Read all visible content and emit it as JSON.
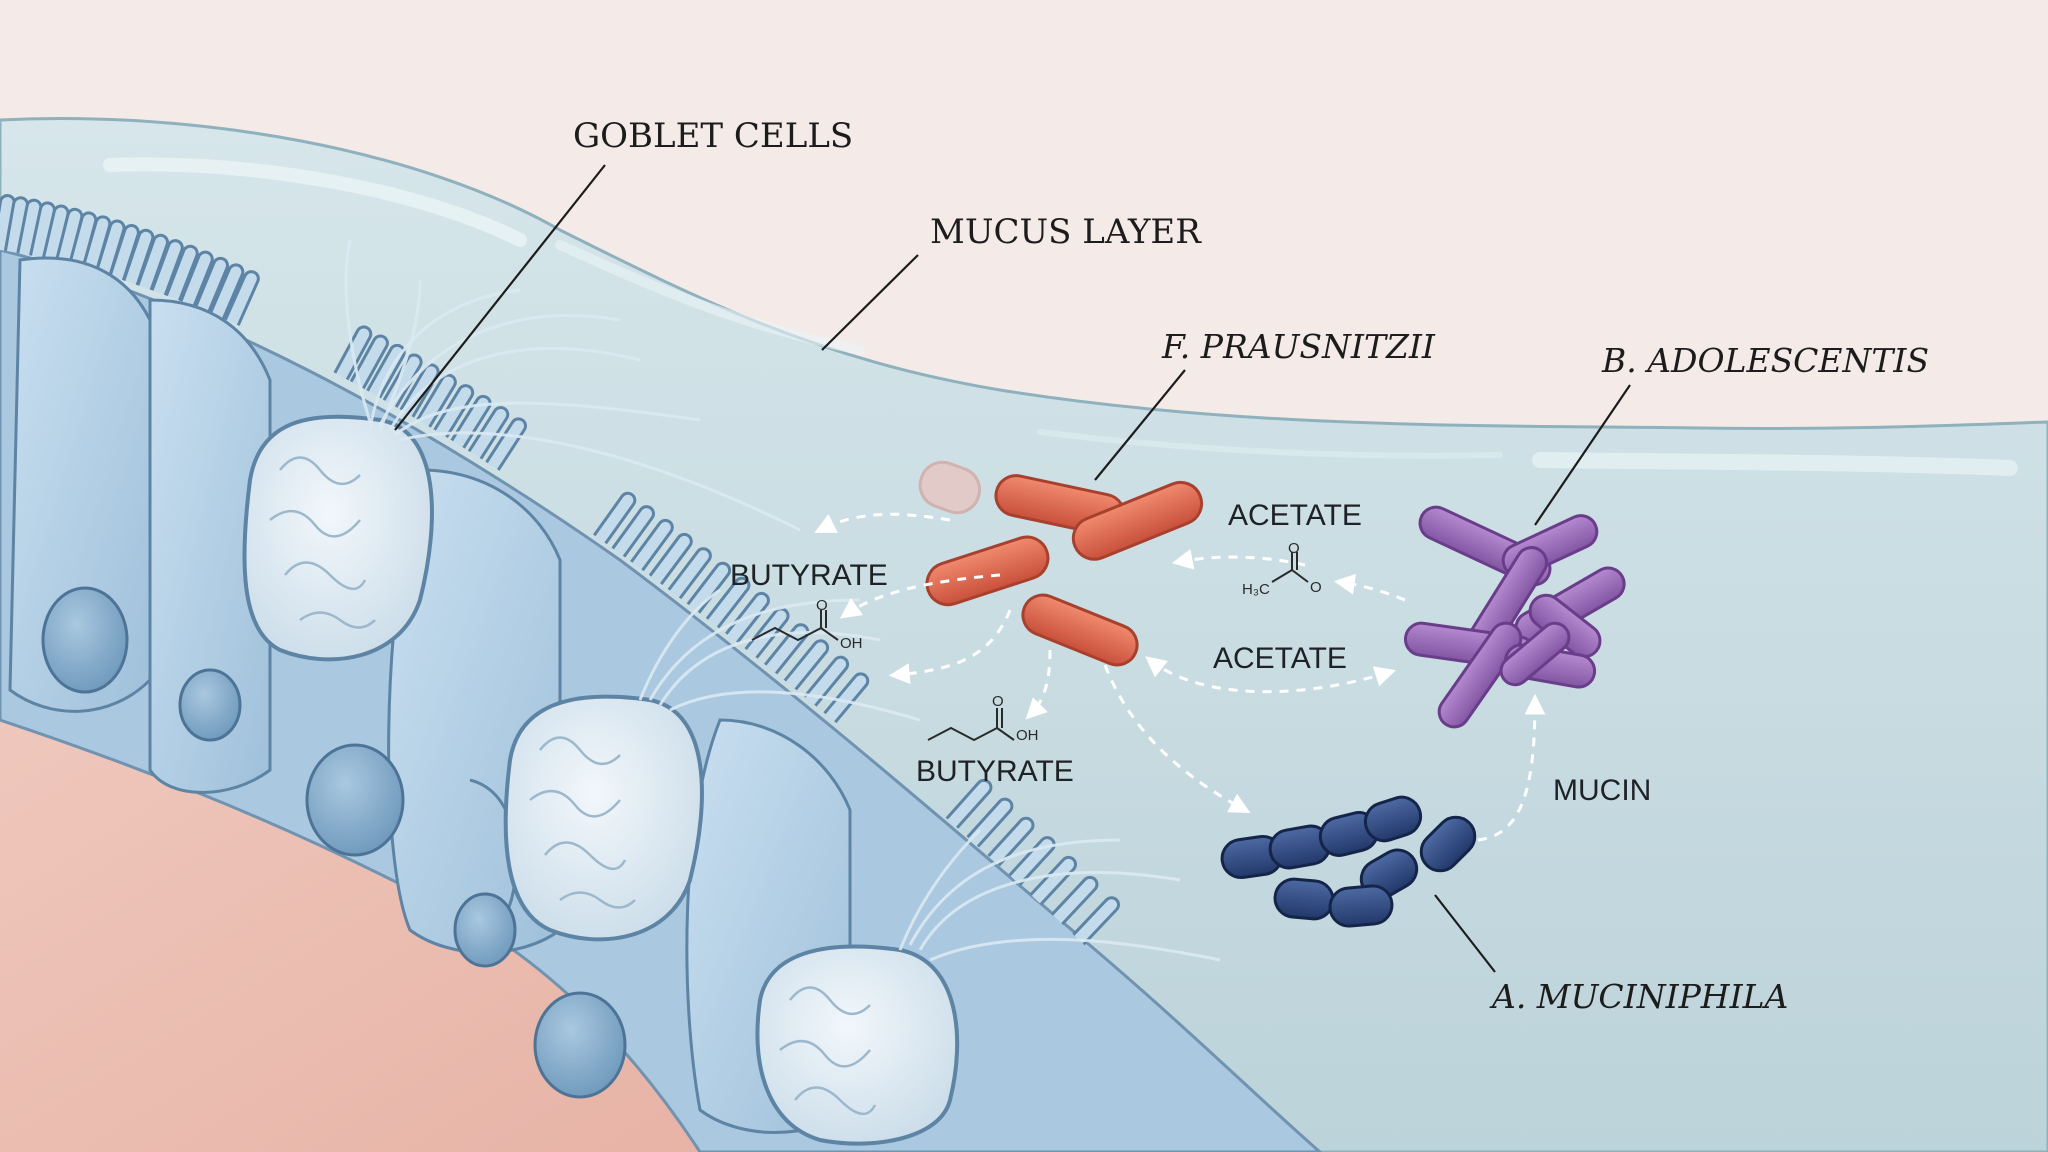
{
  "labels": {
    "goblet_cells": "GOBLET CELLS",
    "mucus_layer": "MUCUS LAYER",
    "f_prausnitzii": "F. PRAUSNITZII",
    "b_adolescentis": "B. ADOLESCENTIS",
    "a_muciniphila": "A. MUCINIPHILA",
    "butyrate_upper": "BUTYRATE",
    "butyrate_lower": "BUTYRATE",
    "acetate_upper": "ACETATE",
    "acetate_lower": "ACETATE",
    "mucin": "MUCIN"
  },
  "chem": {
    "oh": "OH",
    "o": "O",
    "h3c": "H₃C"
  },
  "colors": {
    "background": "#f4ebe8",
    "mucus": "#c9dde3",
    "epithelium": "#b3cfe3",
    "f_prausnitzii": "#e0644c",
    "b_adolescentis": "#9a6bb6",
    "a_muciniphila": "#2f4a80"
  }
}
